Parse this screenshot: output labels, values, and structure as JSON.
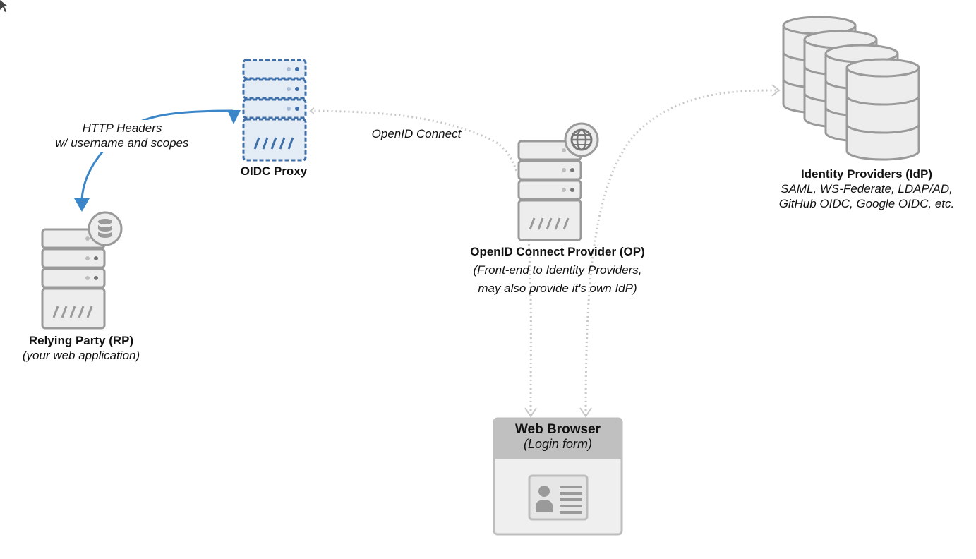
{
  "nodes": {
    "relying_party": {
      "title": "Relying Party (RP)",
      "subtitle": "(your web application)",
      "badge_icon": "database-icon"
    },
    "oidc_proxy": {
      "title": "OIDC Proxy"
    },
    "op": {
      "title": "OpenID Connect Provider (OP)",
      "subtitle_line1": "(Front-end to Identity Providers,",
      "subtitle_line2": "may also provide it's own IdP)",
      "badge_icon": "globe-icon"
    },
    "idp": {
      "title": "Identity Providers (IdP)",
      "subtitle_line1": "SAML, WS-Federate, LDAP/AD,",
      "subtitle_line2": "GitHub OIDC, Google OIDC, etc."
    },
    "browser": {
      "title": "Web Browser",
      "subtitle": "(Login form)",
      "icon": "id-card-icon"
    }
  },
  "edges": {
    "proxy_to_rp": {
      "label_line1": "HTTP Headers",
      "label_line2": "w/ username and scopes",
      "style": "solid",
      "color": "#3a86c8"
    },
    "browser_to_proxy": {
      "label": "OpenID Connect",
      "style": "dotted",
      "color": "#c8c8c8"
    },
    "op_to_browser": {
      "style": "dotted",
      "color": "#c8c8c8"
    },
    "browser_to_idp": {
      "style": "dotted",
      "color": "#c8c8c8"
    }
  },
  "colors": {
    "server_gray": "#9a9a9a",
    "server_fill": "#ededed",
    "proxy_blue": "#3f6fa8",
    "proxy_fill": "#e4ecf6",
    "arrow_blue": "#3a86c8",
    "dotted": "#c8c8c8",
    "browser_header": "#c0c0c0",
    "browser_fill": "#efefef"
  }
}
